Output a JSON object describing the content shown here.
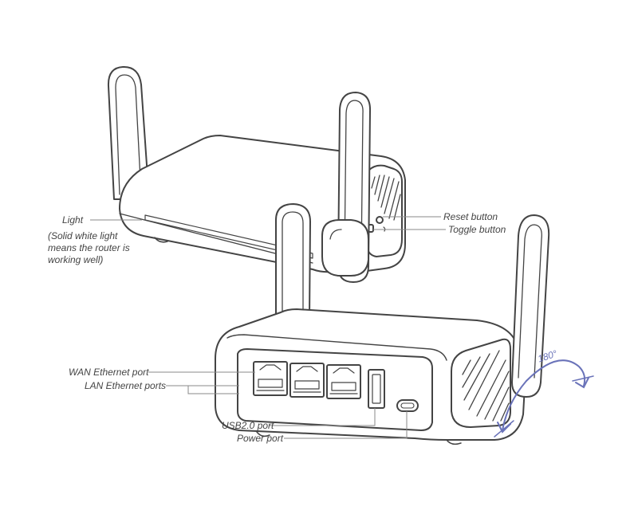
{
  "labels": {
    "light": "Light",
    "light_note": "(Solid white light means the router is working well)",
    "reset": "Reset button",
    "toggle": "Toggle button",
    "wan": "WAN Ethernet port",
    "lan": "LAN Ethernet ports",
    "usb": "USB2.0 port",
    "power": "Power port",
    "angle": "180°"
  },
  "colors": {
    "outline": "#444444",
    "leader": "#8a8a8a",
    "accent": "#6a73b9"
  },
  "icons": {
    "rotation": "rotation-arrow-icon"
  }
}
